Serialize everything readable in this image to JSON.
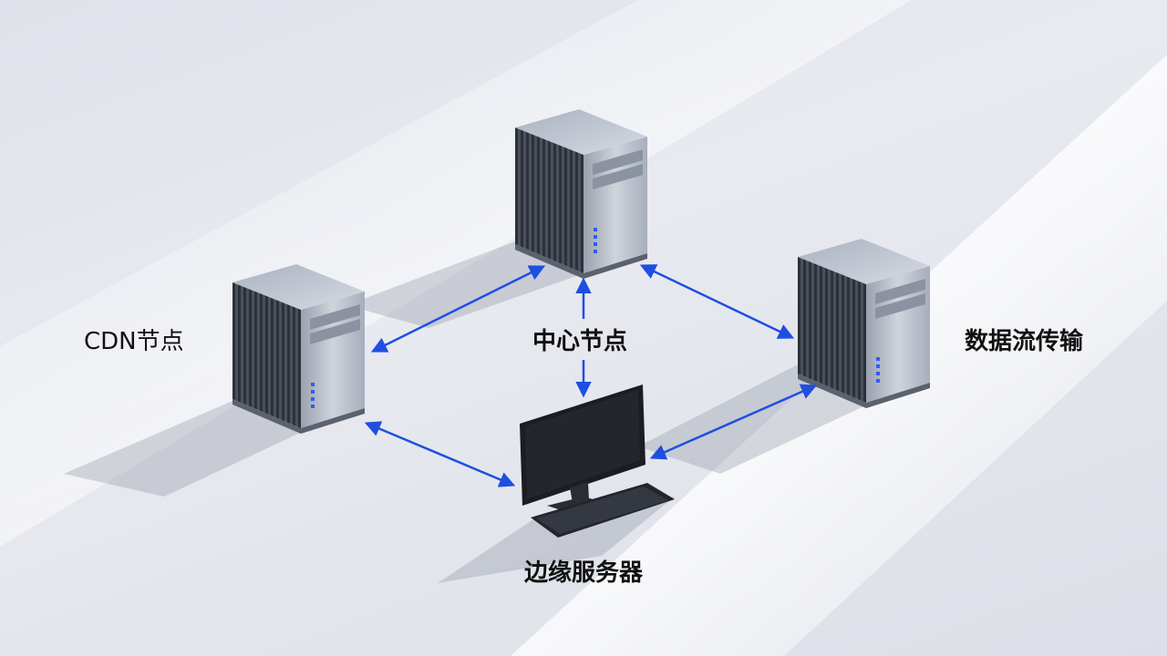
{
  "labels": {
    "cdn_node": "CDN节点",
    "center_node": "中心节点",
    "data_flow": "数据流传输",
    "edge_server": "边缘服务器"
  },
  "colors": {
    "arrow": "#1f4fe0",
    "server_metal": "#b8bfcc",
    "server_top": "#c9ced8",
    "vent_dark": "#3a3f4a",
    "monitor": "#1b1d22",
    "keyboard": "#22252b",
    "led": "#2f5bff"
  },
  "icons": [
    "tower-server-icon",
    "tower-server-icon",
    "tower-server-icon",
    "desktop-monitor-icon",
    "keyboard-icon"
  ]
}
